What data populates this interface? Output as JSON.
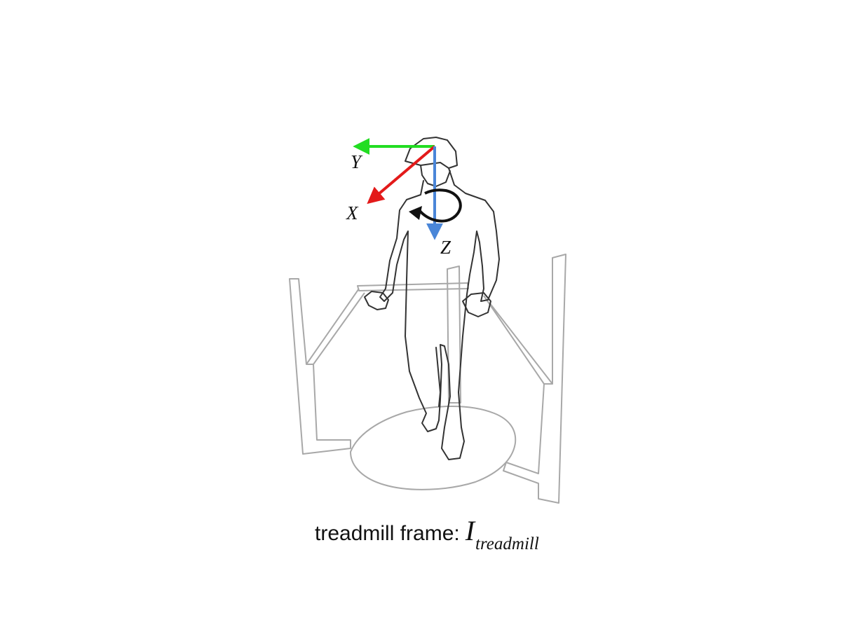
{
  "figure": {
    "caption_text": "treadmill frame:",
    "caption_symbol": "I",
    "caption_subscript": "treadmill"
  },
  "axes": {
    "x": {
      "label": "X",
      "color": "#e31a1a"
    },
    "y": {
      "label": "Y",
      "color": "#22dd22"
    },
    "z": {
      "label": "Z",
      "color": "#4a86d8"
    }
  },
  "rotation_indicator": {
    "color": "#111111"
  },
  "line_colors": {
    "person": "#333333",
    "treadmill": "#a8a8a8"
  }
}
